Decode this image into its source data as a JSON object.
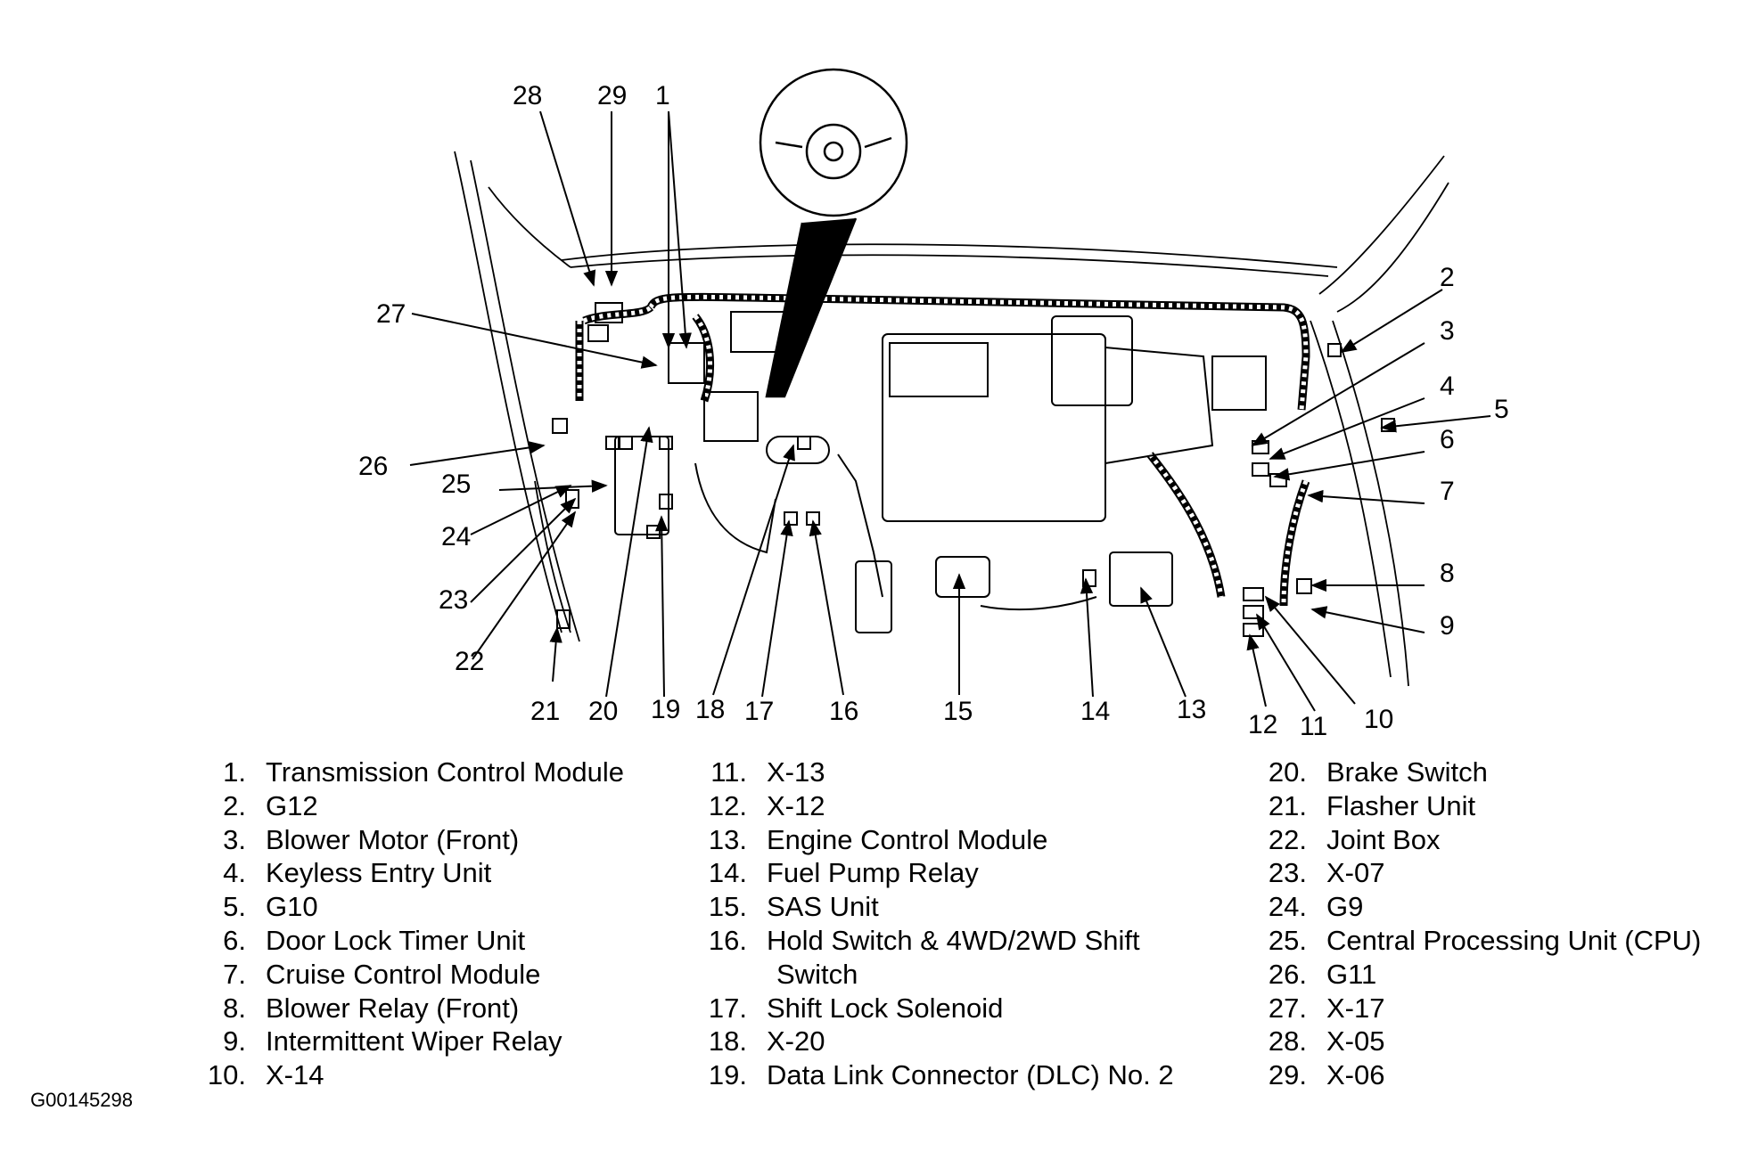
{
  "figure_id": "G00145298",
  "callouts": [
    "1",
    "2",
    "3",
    "4",
    "5",
    "6",
    "7",
    "8",
    "9",
    "10",
    "11",
    "12",
    "13",
    "14",
    "15",
    "16",
    "17",
    "18",
    "19",
    "20",
    "21",
    "22",
    "23",
    "24",
    "25",
    "26",
    "27",
    "28",
    "29"
  ],
  "legend": [
    {
      "num": "1.",
      "text": "Transmission Control Module"
    },
    {
      "num": "2.",
      "text": "G12"
    },
    {
      "num": "3.",
      "text": "Blower Motor (Front)"
    },
    {
      "num": "4.",
      "text": "Keyless Entry Unit"
    },
    {
      "num": "5.",
      "text": "G10"
    },
    {
      "num": "6.",
      "text": "Door Lock Timer Unit"
    },
    {
      "num": "7.",
      "text": "Cruise Control Module"
    },
    {
      "num": "8.",
      "text": "Blower Relay (Front)"
    },
    {
      "num": "9.",
      "text": "Intermittent Wiper Relay"
    },
    {
      "num": "10.",
      "text": "X-14"
    },
    {
      "num": "11.",
      "text": "X-13"
    },
    {
      "num": "12.",
      "text": "X-12"
    },
    {
      "num": "13.",
      "text": "Engine Control Module"
    },
    {
      "num": "14.",
      "text": "Fuel Pump Relay"
    },
    {
      "num": "15.",
      "text": "SAS Unit"
    },
    {
      "num": "16.",
      "text": "Hold Switch & 4WD/2WD Shift",
      "text2": "Switch"
    },
    {
      "num": "17.",
      "text": "Shift Lock Solenoid"
    },
    {
      "num": "18.",
      "text": "X-20"
    },
    {
      "num": "19.",
      "text": "Data Link Connector (DLC) No. 2"
    },
    {
      "num": "20.",
      "text": "Brake Switch"
    },
    {
      "num": "21.",
      "text": "Flasher Unit"
    },
    {
      "num": "22.",
      "text": "Joint Box"
    },
    {
      "num": "23.",
      "text": "X-07"
    },
    {
      "num": "24.",
      "text": "G9"
    },
    {
      "num": "25.",
      "text": "Central Processing Unit (CPU)"
    },
    {
      "num": "26.",
      "text": "G11"
    },
    {
      "num": "27.",
      "text": "X-17"
    },
    {
      "num": "28.",
      "text": "X-05"
    },
    {
      "num": "29.",
      "text": "X-06"
    }
  ]
}
